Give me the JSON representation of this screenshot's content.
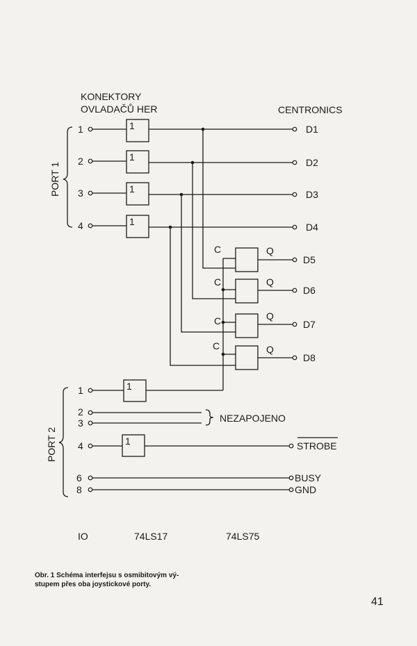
{
  "header": {
    "left_line1": "KONEKTORY",
    "left_line2": "OVLADAČŮ HER",
    "right": "CENTRONICS"
  },
  "ports": {
    "port1": "PORT 1",
    "port2": "PORT 2"
  },
  "port1_pins": [
    "1",
    "2",
    "3",
    "4"
  ],
  "port2_pins": [
    "1",
    "2",
    "3",
    "4",
    "6",
    "8"
  ],
  "gate_label": "1",
  "outputs": [
    "D1",
    "D2",
    "D3",
    "D4",
    "D5",
    "D6",
    "D7",
    "D8"
  ],
  "latch": {
    "clock": "C",
    "out": "Q"
  },
  "nc_label": "NEZAPOJENO",
  "strobe": "STROBE",
  "busy": "BUSY",
  "gnd": "GND",
  "ic_labels": [
    "IO",
    "74LS17",
    "74LS75"
  ],
  "caption": {
    "line1": "Obr. 1 Schéma interfejsu s osmibitovým vý-",
    "line2": "stupem přes oba joystickové porty."
  },
  "page_number": "41"
}
